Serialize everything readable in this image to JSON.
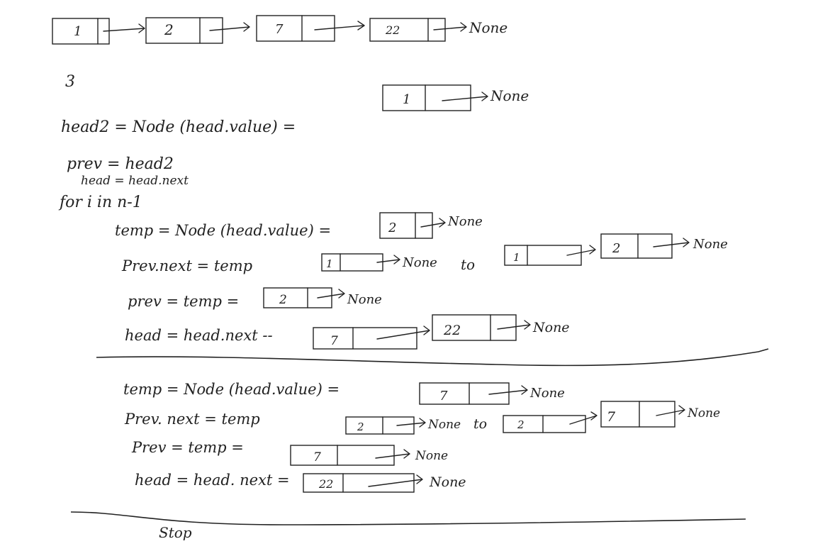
{
  "top_list": [
    "1",
    "2",
    "7",
    "22"
  ],
  "top_end": "None",
  "n_value": "3",
  "line_head2": "head2 = Node (head.value) =",
  "head2_node": "1",
  "head2_end": "None",
  "line_prev_head2": "prev = head2",
  "line_head_next": "head = head.next",
  "line_for": "for i in n-1",
  "iter1": {
    "temp_line": "temp = Node (head.value) =",
    "temp_node": "2",
    "temp_end": "None",
    "prevnext_line": "Prev.next = temp",
    "prev_before": "1",
    "prev_before_end": "None",
    "to_word": "to",
    "after_nodes": [
      "1",
      "2"
    ],
    "after_end": "None",
    "prev_line": "prev = temp =",
    "prev_node": "2",
    "prev_end": "None",
    "head_line": "head = head.next --",
    "head_nodes": [
      "7",
      "22"
    ],
    "head_end": "None"
  },
  "iter2": {
    "temp_line": "temp = Node (head.value) =",
    "temp_node": "7",
    "temp_end": "None",
    "prevnext_line": "Prev. next = temp",
    "prev_before": "2",
    "prev_before_end": "None",
    "to_word": "to",
    "after_nodes": [
      "2",
      "7"
    ],
    "after_end": "None",
    "prev_line": "Prev = temp =",
    "prev_node": "7",
    "prev_end": "None",
    "head_line": "head = head. next =",
    "head_node": "22",
    "head_end": "None"
  },
  "stop_label": "Stop"
}
